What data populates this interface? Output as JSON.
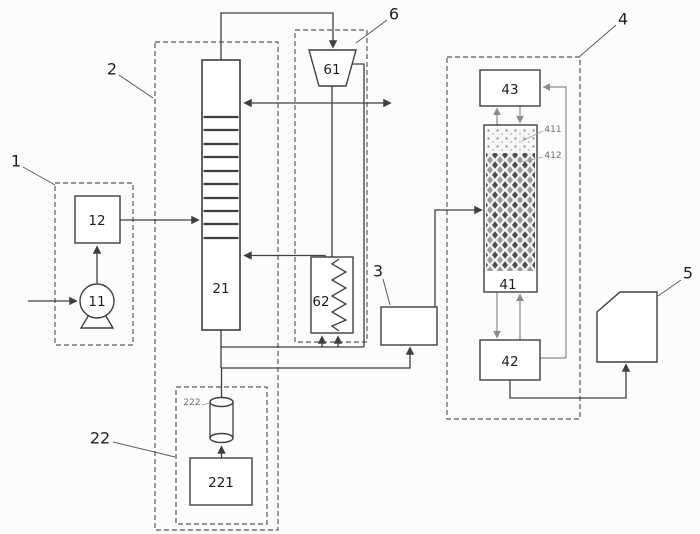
{
  "figure": {
    "type": "process-flow-diagram",
    "background_color": "#fcfcfc",
    "line_color": "#3f3f3f",
    "light_line_color": "#8c8c8c",
    "labels": {
      "group_1": "1",
      "group_2": "2",
      "unit_3": "3",
      "group_4": "4",
      "unit_5": "5",
      "group_6": "6",
      "group_22": "22",
      "pump_11": "11",
      "unit_12": "12",
      "column_21": "21",
      "unit_221": "221",
      "cylinder_222": "222",
      "adsorber_41": "41",
      "packing_411": "411",
      "packing_412": "412",
      "unit_42": "42",
      "unit_43": "43",
      "compressor_61": "61",
      "exchanger_62": "62"
    }
  }
}
